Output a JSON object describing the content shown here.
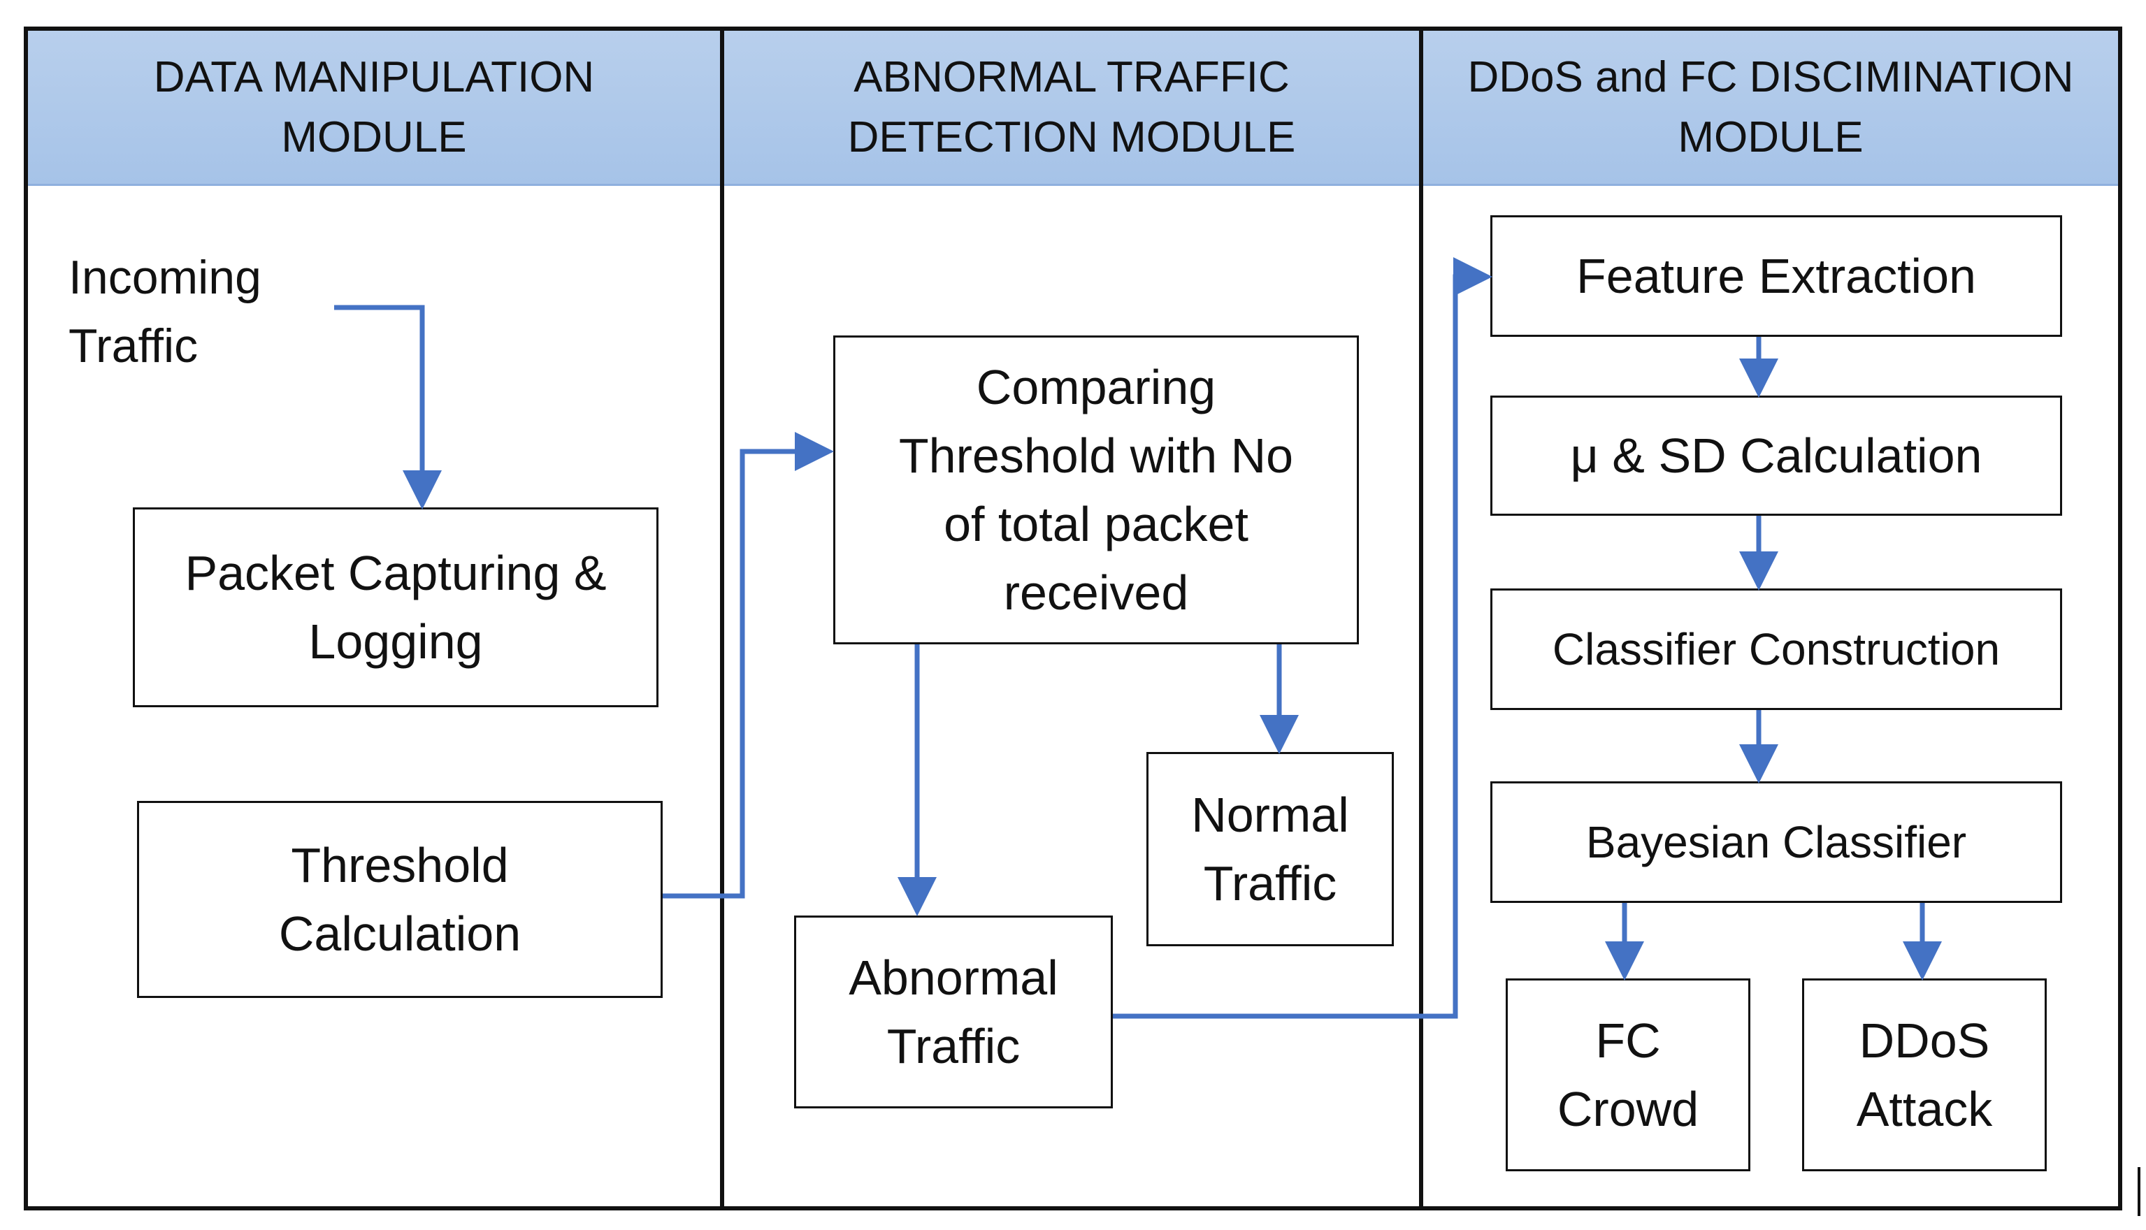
{
  "modules": [
    {
      "title": "DATA MANIPULATION\nMODULE"
    },
    {
      "title": "ABNORMAL TRAFFIC\nDETECTION MODULE"
    },
    {
      "title": "DDoS and FC DISCIMINATION\nMODULE"
    }
  ],
  "nodes": {
    "incoming_traffic": "Incoming\nTraffic",
    "packet_capturing": "Packet Capturing &\nLogging",
    "threshold_calculation": "Threshold\nCalculation",
    "comparing_threshold": "Comparing\nThreshold with No\nof total packet\nreceived",
    "normal_traffic": "Normal\nTraffic",
    "abnormal_traffic": "Abnormal\nTraffic",
    "feature_extraction": "Feature Extraction",
    "mu_sd_calculation": "μ & SD Calculation",
    "classifier_construction": "Classifier Construction",
    "bayesian_classifier": "Bayesian Classifier",
    "fc_crowd": "FC\nCrowd",
    "ddos_attack": "DDoS\nAttack"
  },
  "colors": {
    "arrow": "#4472c4",
    "header_fill": "#b0c9ea",
    "border": "#111111"
  }
}
